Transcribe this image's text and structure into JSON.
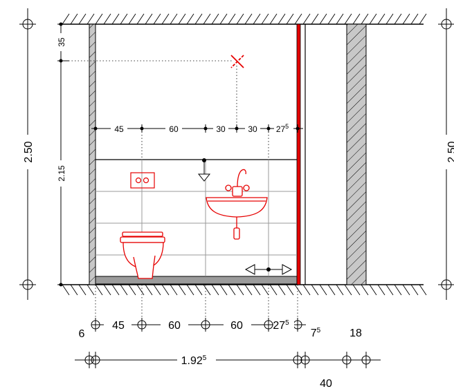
{
  "colors": {
    "line": "#000000",
    "fixture": "#e60000",
    "wall_fill": "#c8c8c8",
    "tile_grid": "#9a9a9a",
    "floor_fill": "#9b9b9b"
  },
  "dimensions": {
    "height_total": "2.50",
    "height_right_partial": "2.50",
    "height_inner": "2.15",
    "top_offset": "35",
    "upper_row": [
      {
        "base": "45"
      },
      {
        "base": "60"
      },
      {
        "base": "30"
      },
      {
        "base": "30"
      },
      {
        "base": "27",
        "sup": "5"
      }
    ],
    "lower_row": [
      {
        "base": "6"
      },
      {
        "base": "45"
      },
      {
        "base": "60"
      },
      {
        "base": "60"
      },
      {
        "base": "27",
        "sup": "5"
      },
      {
        "base": "7",
        "sup": "5"
      },
      {
        "base": "18"
      }
    ],
    "total_width": {
      "base": "1.92",
      "sup": "5"
    },
    "bottom_extra": "40"
  },
  "icons": {
    "ceiling_point": "x-mark-icon",
    "flush_plate": "flush-plate-icon",
    "toilet": "wall-hung-toilet-icon",
    "sink": "washbasin-icon",
    "faucet": "mixer-tap-icon",
    "drain_down": "drain-arrow-down-icon",
    "width_arrow": "double-arrow-horizontal-icon"
  }
}
